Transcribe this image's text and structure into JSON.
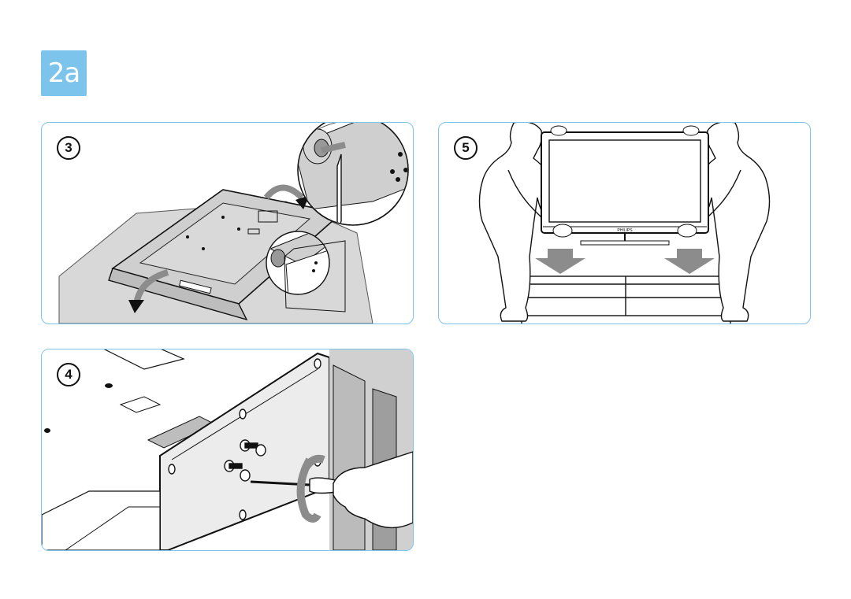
{
  "header": {
    "badge": "2a"
  },
  "steps": [
    {
      "number": "3"
    },
    {
      "number": "5"
    },
    {
      "number": "4"
    }
  ],
  "tv": {
    "brand_label": "PHILIPS"
  },
  "colors": {
    "accent": "#7cc4ec",
    "arrow_gray": "#8c8c8c",
    "line": "#111111"
  }
}
